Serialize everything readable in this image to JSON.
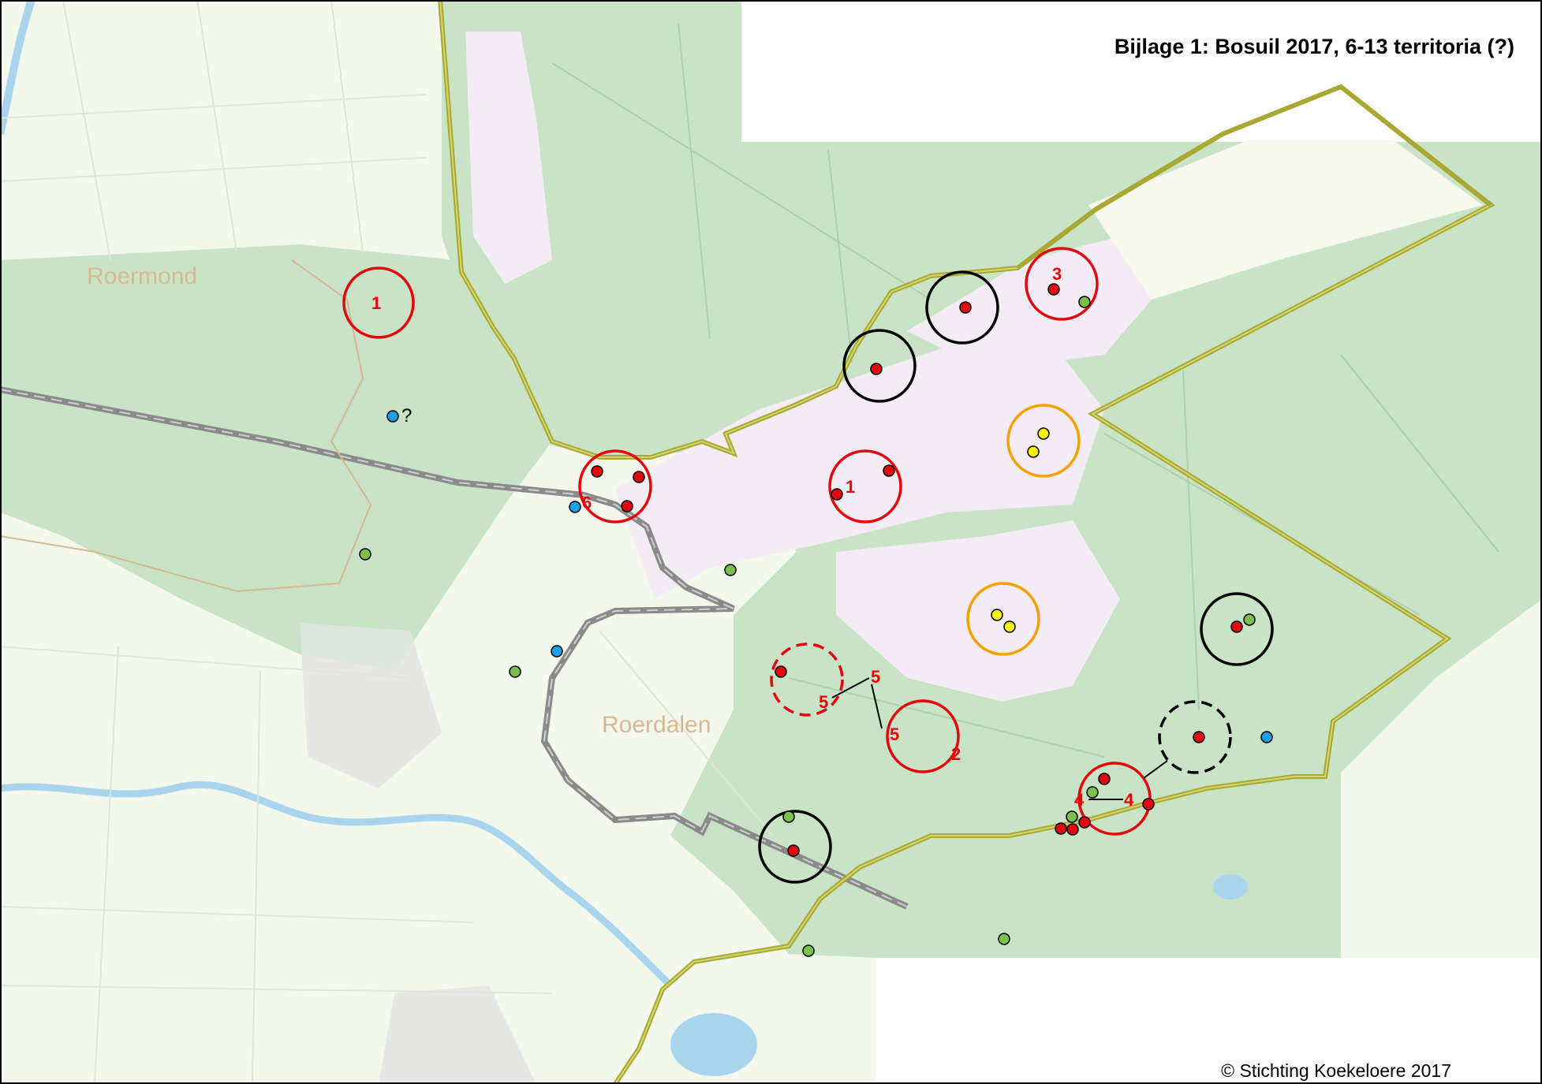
{
  "title": "Bijlage 1: Bosuil 2017, 6-13 territoria (?)",
  "credit": "© Stichting Koekeloere 2017",
  "places": {
    "roermond": "Roermond",
    "roerdalen": "Roerdalen"
  },
  "territory_labels": {
    "t1": "1",
    "t1b": "1",
    "t2": "2",
    "t3": "3",
    "t4a": "4",
    "t4b": "4",
    "t5a": "5",
    "t5b": "5",
    "t5c": "5",
    "t6": "6"
  },
  "question_mark": "?",
  "colors": {
    "forest": "#c9e3c6",
    "heath": "#f3ecf4",
    "farmland": "#f4f8ec",
    "study_boundary": "#a8a832",
    "municipal_border": "#8a8a8a",
    "water": "#a9d4ee",
    "territory_certain": "#e4060f",
    "territory_unassigned": "#000000",
    "territory_yellow": "#f5a000",
    "obs_red": "#e4060f",
    "obs_green": "#7cbf4d",
    "obs_yellow": "#f7ef11",
    "obs_blue": "#1aa0e6"
  }
}
